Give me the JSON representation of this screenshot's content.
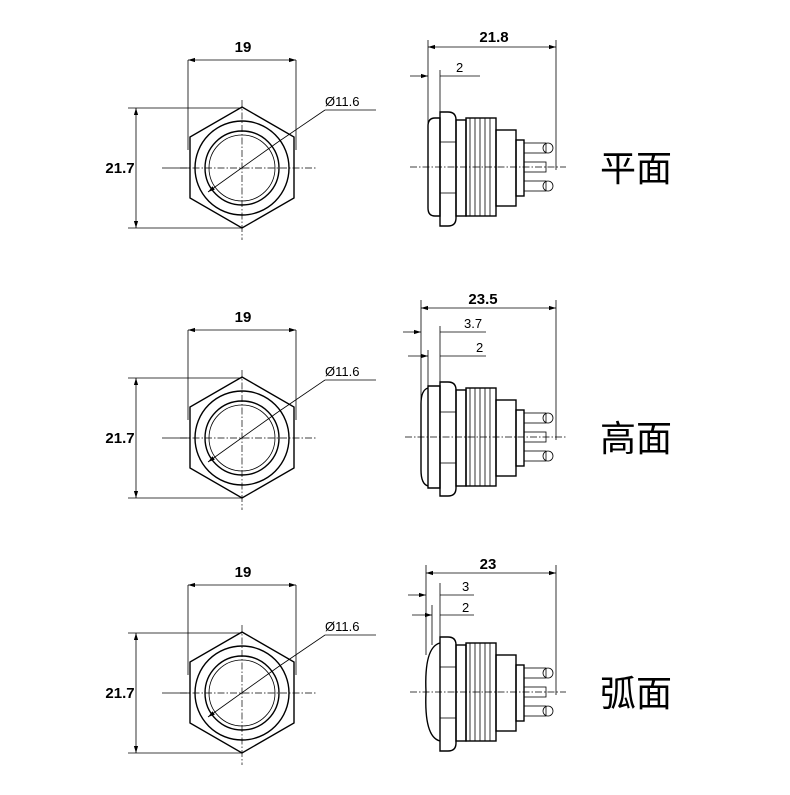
{
  "variants": [
    {
      "label": "平面",
      "top_width": "19",
      "height": "21.7",
      "diameter": "Ø11.6",
      "side_total": "21.8",
      "side_d1": "2",
      "side_d2": "",
      "style": "flat"
    },
    {
      "label": "高面",
      "top_width": "19",
      "height": "21.7",
      "diameter": "Ø11.6",
      "side_total": "23.5",
      "side_d1": "3.7",
      "side_d2": "2",
      "style": "high"
    },
    {
      "label": "弧面",
      "top_width": "19",
      "height": "21.7",
      "diameter": "Ø11.6",
      "side_total": "23",
      "side_d1": "3",
      "side_d2": "2",
      "style": "dome"
    }
  ]
}
